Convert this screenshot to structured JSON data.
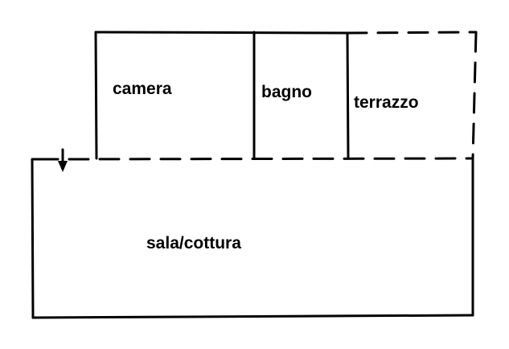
{
  "rooms": {
    "camera": "camera",
    "bagno": "bagno",
    "terrazzo": "terrazzo",
    "sala": "sala/cottura"
  }
}
